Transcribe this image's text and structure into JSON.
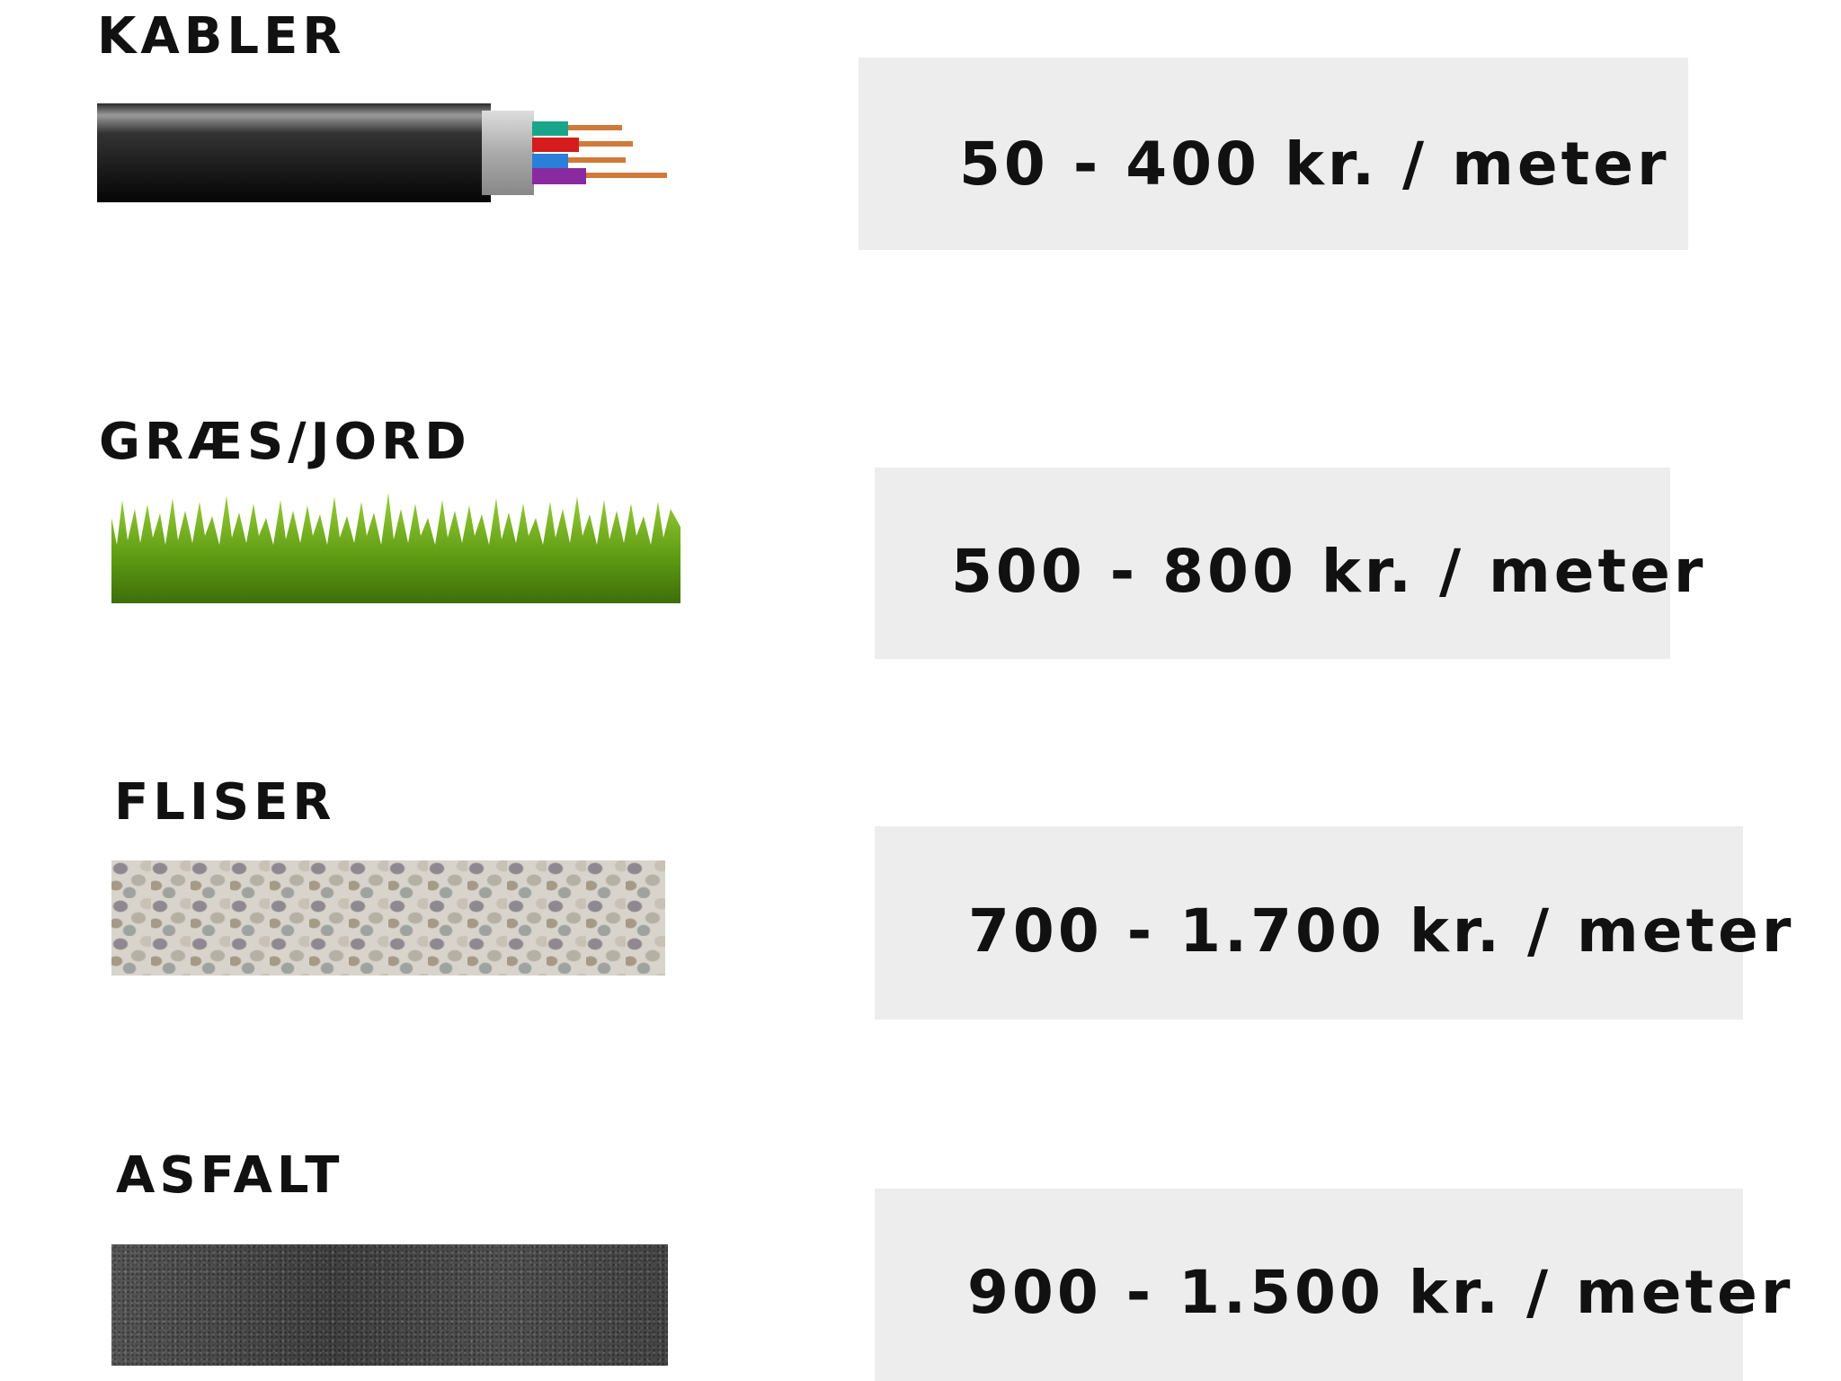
{
  "rows": [
    {
      "label": "KABLER",
      "price": "50 - 400 kr. / meter",
      "image": "cable-image"
    },
    {
      "label": "GRÆS/JORD",
      "price": "500 - 800 kr. / meter",
      "image": "grass-image"
    },
    {
      "label": "FLISER",
      "price": "700 - 1.700 kr. / meter",
      "image": "paving-stones-image"
    },
    {
      "label": "ASFALT",
      "price": "900 - 1.500 kr. / meter",
      "image": "asphalt-image"
    }
  ],
  "colors": {
    "box_bg": "#ededed",
    "text": "#111111"
  }
}
